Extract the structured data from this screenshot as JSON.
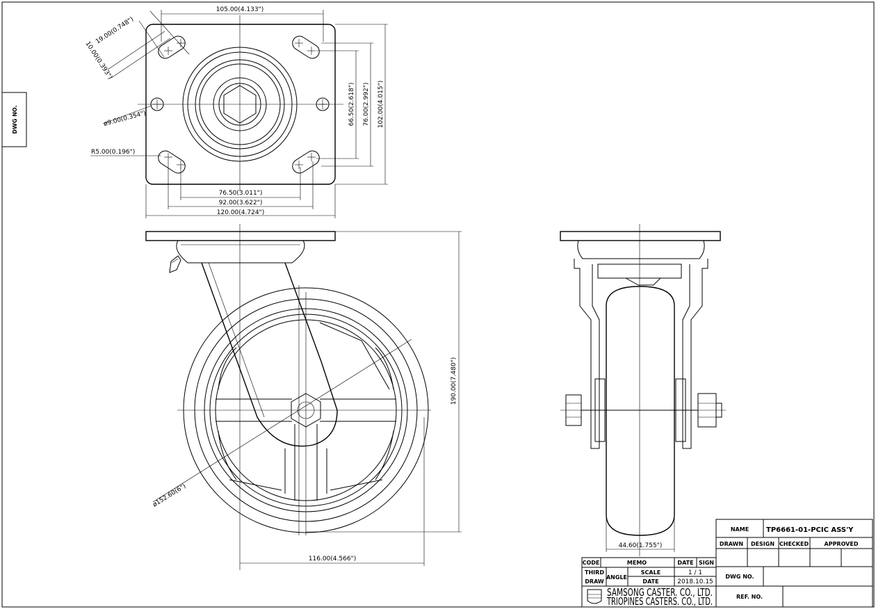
{
  "side_tab": {
    "label": "DWG NO."
  },
  "dimensions": {
    "top_width": "105.00(4.133\")",
    "slot_width": "19.00(0.748\")",
    "slot_height": "10.00(0.393\")",
    "hole_dia": "ø9.00(0.354\")",
    "corner_radius": "R5.00(0.196\")",
    "hole_spacing_v1": "66.50(2.618\")",
    "hole_spacing_v2": "76.00(2.992\")",
    "plate_height": "102.00(4.015\")",
    "hole_spacing_h1": "76.50(3.011\")",
    "hole_spacing_h2": "92.00(3.622\")",
    "plate_width": "120.00(4.724\")",
    "overall_height": "190.00(7.480\")",
    "wheel_dia": "ø152.60(6\")",
    "swivel_offset": "116.00(4.566\")",
    "wheel_width": "44.60(1.755\")"
  },
  "title_block": {
    "name_label": "NAME",
    "name_value": "TP6661-01-PCIC ASS'Y",
    "drawn": "DRAWN",
    "design": "DESIGN",
    "checked": "CHECKED",
    "approved": "APPROVED",
    "dwg_no": "DWG NO.",
    "ref_no": "REF. NO.",
    "code": "CODE",
    "memo": "MEMO",
    "date_label": "DATE",
    "sign": "SIGN",
    "third": "THIRD",
    "draw": "DRAW",
    "angle": "ANGLE",
    "scale_label": "SCALE",
    "scale_value": "1 / 1",
    "date_label2": "DATE",
    "date_value": "2018.10.15",
    "company1": "SAMSONG CASTER. CO., LTD.",
    "company2": "TRIOPINES CASTERS. CO., LTD."
  }
}
